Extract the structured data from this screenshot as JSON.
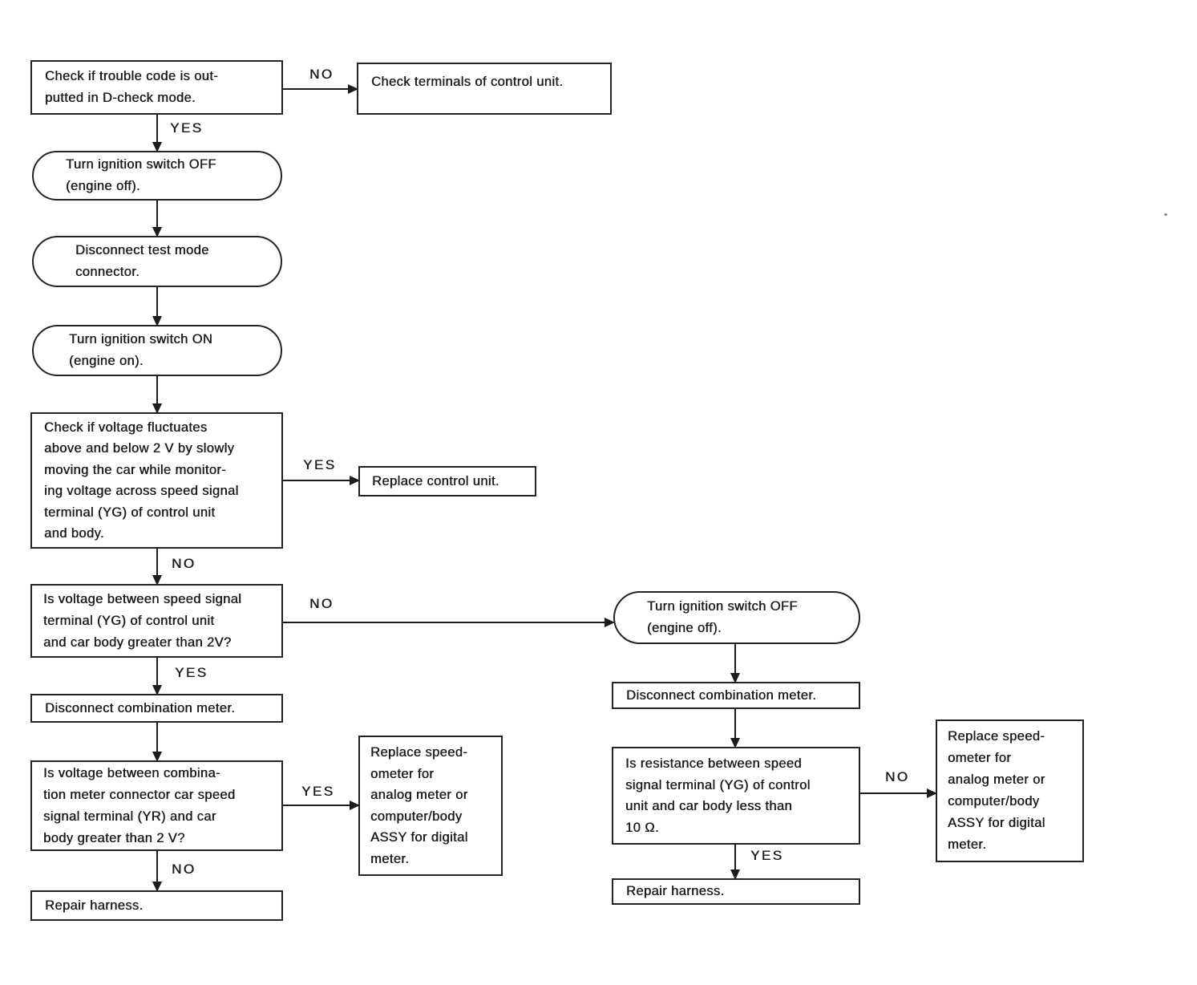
{
  "labels": {
    "yes": "YES",
    "no": "NO"
  },
  "nodes": {
    "check_trouble_code": "Check if trouble code is out-\nputted in D-check mode.",
    "check_terminals": "Check terminals of control unit.",
    "ignition_off_1": "Turn ignition switch OFF\n(engine off).",
    "disconnect_test_mode": "Disconnect test mode\nconnector.",
    "ignition_on": "Turn ignition switch ON\n(engine on).",
    "check_voltage_fluctuates": "Check if voltage fluctuates\nabove and below 2 V by slowly\nmoving the car while monitor-\ning voltage across speed signal\nterminal (YG) of control unit\nand body.",
    "replace_control_unit": "Replace control unit.",
    "voltage_speed_signal": "Is voltage between speed signal\nterminal (YG) of control unit\nand car body greater than 2V?",
    "ignition_off_2": "Turn ignition switch OFF\n(engine off).",
    "disconnect_combination_meter_left": "Disconnect combination meter.",
    "voltage_combination_meter": "Is voltage between combina-\ntion meter connector car speed\nsignal terminal (YR) and car\nbody greater than 2 V?",
    "replace_speedometer_left": "Replace speed-\nometer for\nanalog meter or\ncomputer/body\nASSY for digital\nmeter.",
    "repair_harness_left": "Repair harness.",
    "disconnect_combination_meter_right": "Disconnect combination meter.",
    "resistance_speed_signal": "Is resistance between speed\nsignal terminal (YG) of control\nunit and car body less than\n10 Ω.",
    "replace_speedometer_right": "Replace speed-\nometer for\nanalog meter or\ncomputer/body\nASSY for digital\nmeter.",
    "repair_harness_right": "Repair harness."
  },
  "colors": {
    "ink": "#1c1c1c",
    "background": "#ffffff"
  }
}
